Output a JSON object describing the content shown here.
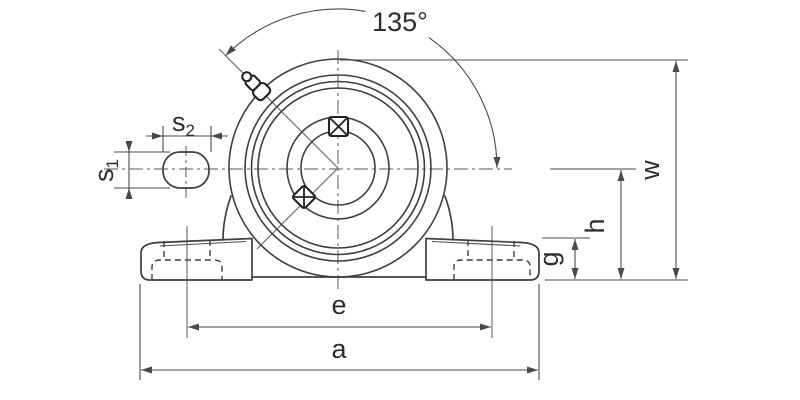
{
  "drawing": {
    "labels": {
      "angle": "135°",
      "s2": {
        "base": "s",
        "sub": "2"
      },
      "s1": {
        "base": "s",
        "sub": "1"
      },
      "w": "w",
      "h": "h",
      "g": "g",
      "e": "e",
      "a": "a"
    }
  }
}
